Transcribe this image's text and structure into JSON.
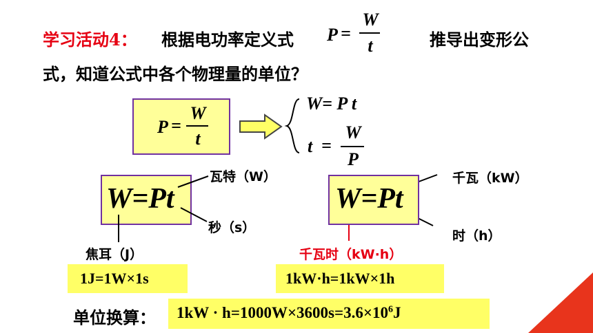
{
  "header": {
    "activity_label": "学习活动4：",
    "prompt": "根据电功率定义式",
    "formula_lhs": "P",
    "formula_eq": "=",
    "formula_num": "W",
    "formula_den": "t",
    "prompt_tail": "推导出变形公",
    "line2": "式，知道公式中各个物理量的单位？"
  },
  "derivation": {
    "box_lhs": "P",
    "box_eq": "=",
    "box_num": "W",
    "box_den": "t",
    "result1": "W= P t",
    "result2_lhs": "t",
    "result2_eq": "=",
    "result2_num": "W",
    "result2_den": "P"
  },
  "left_formula": {
    "text": "W=Pt",
    "label_watt": "瓦特（W）",
    "label_second": "秒（s）",
    "label_joule": "焦耳（J）",
    "equation": "1J=1W×1s"
  },
  "right_formula": {
    "text": "W=Pt",
    "label_kw": "千瓦（kW）",
    "label_hour": "时（h）",
    "label_kwh": "千瓦时（kW·h）",
    "equation": "1kW·h=1kW×1h"
  },
  "conversion": {
    "label": "单位换算：",
    "equation_main": "1kW · h=1000W×3600s=3.6×10",
    "equation_exp": "6",
    "equation_unit": "J"
  },
  "colors": {
    "red": "#e60012",
    "yellow_box": "#ffff99",
    "purple_border": "#7030a0",
    "corner_red": "#e8341c"
  }
}
